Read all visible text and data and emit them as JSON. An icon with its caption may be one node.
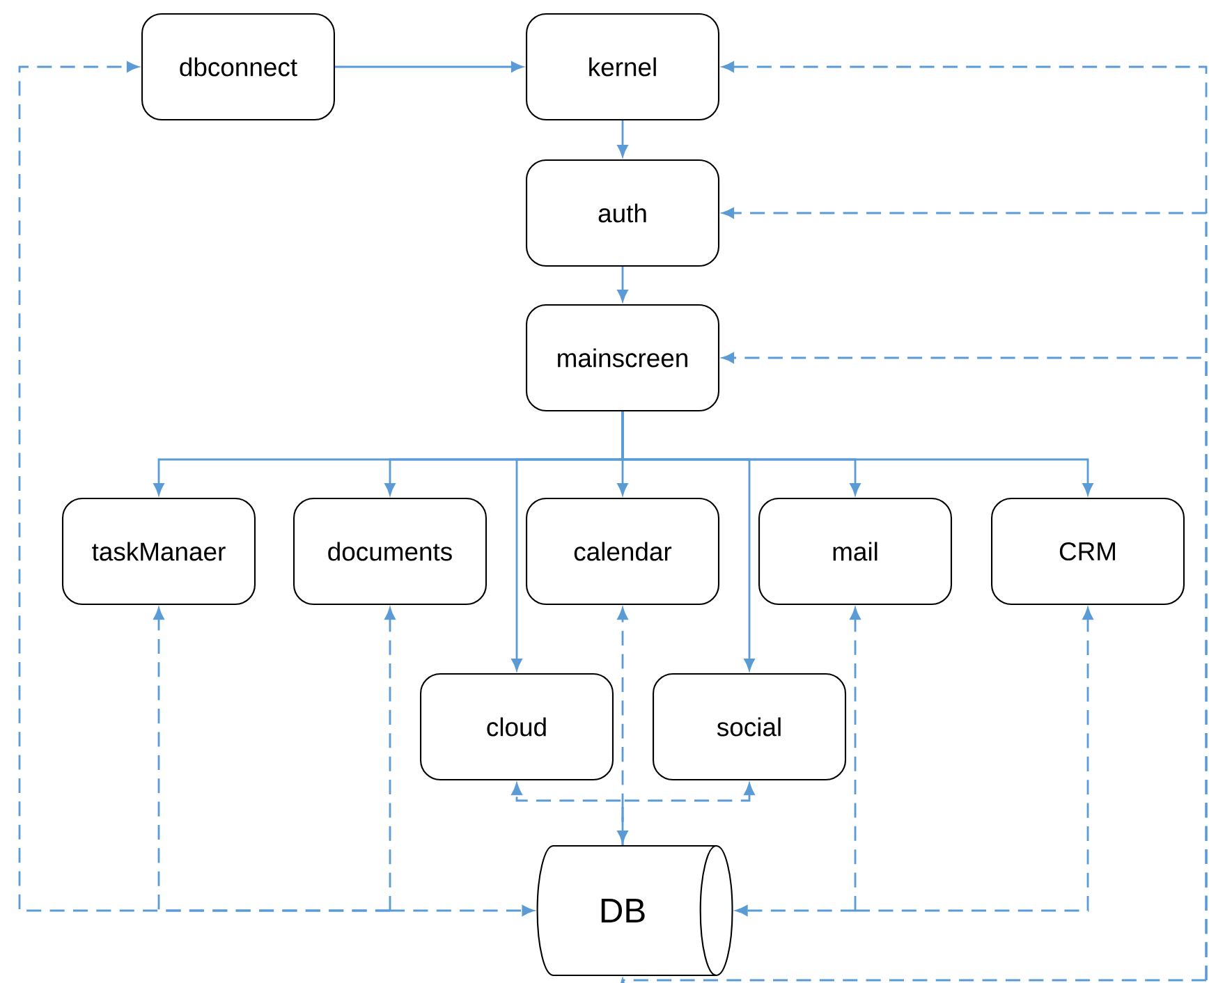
{
  "diagram": {
    "nodes": [
      {
        "text": [
          "dbconnect"
        ]
      },
      {
        "text": [
          "kernel"
        ]
      },
      {
        "text": [
          "auth"
        ]
      },
      {
        "text": [
          "mainscreen"
        ]
      },
      {
        "text": [
          "taskManaer"
        ]
      },
      {
        "text": [
          "documents"
        ]
      },
      {
        "text": [
          "calendar"
        ]
      },
      {
        "text": [
          "mail"
        ]
      },
      {
        "text": [
          "CRM"
        ]
      },
      {
        "text": [
          "cloud"
        ]
      },
      {
        "text": [
          "social"
        ]
      },
      {
        "text": [
          "DB"
        ]
      }
    ],
    "edges": [
      {
        "from": 0,
        "to": 1,
        "arrow": "to"
      },
      {
        "from": 1,
        "to": 2,
        "arrow": "to"
      },
      {
        "from": 2,
        "to": 3,
        "arrow": "to"
      },
      {
        "from": 3,
        "to": 4,
        "arrow": "to"
      },
      {
        "from": 3,
        "to": 5,
        "arrow": "to"
      },
      {
        "from": 3,
        "to": 6,
        "arrow": "to"
      },
      {
        "from": 3,
        "to": 7,
        "arrow": "to"
      },
      {
        "from": 3,
        "to": 8,
        "arrow": "to"
      },
      {
        "from": 3,
        "to": 9,
        "arrow": "to"
      },
      {
        "from": 3,
        "to": 10,
        "arrow": "to"
      },
      {
        "from": 11,
        "to": 0,
        "arrow": "both",
        "style": "dashed"
      },
      {
        "from": 11,
        "to": 4,
        "arrow": "both",
        "style": "dashed"
      },
      {
        "from": 11,
        "to": 5,
        "arrow": "both",
        "style": "dashed"
      },
      {
        "from": 11,
        "to": 6,
        "arrow": "both",
        "style": "dashed"
      },
      {
        "from": 11,
        "to": 7,
        "arrow": "both",
        "style": "dashed"
      },
      {
        "from": 11,
        "to": 8,
        "arrow": "both",
        "style": "dashed"
      },
      {
        "from": 11,
        "to": 9,
        "arrow": "to",
        "style": "dashed"
      },
      {
        "from": 11,
        "to": 10,
        "arrow": "to",
        "style": "dashed"
      },
      {
        "from": 11,
        "to": 1,
        "arrow": "both",
        "style": "dashed"
      },
      {
        "from": 11,
        "to": 2,
        "arrow": "both",
        "style": "dashed"
      },
      {
        "from": 11,
        "to": 3,
        "arrow": "both",
        "style": "dashed"
      }
    ]
  }
}
